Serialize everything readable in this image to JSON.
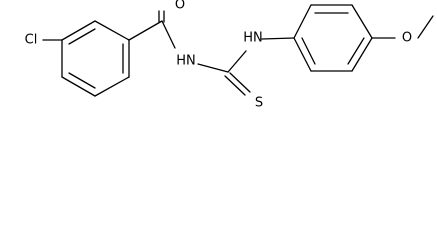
{
  "molecule": {
    "atoms": {
      "chlorine": "Cl",
      "carbonyl_oxygen": "O",
      "amide_nitrogen": "HN",
      "thioamide_nitrogen": "HN",
      "sulfur": "S",
      "ether_oxygen": "O"
    }
  }
}
